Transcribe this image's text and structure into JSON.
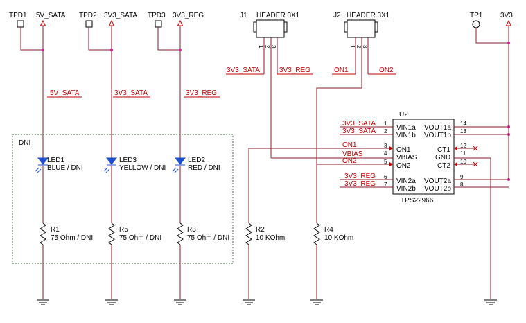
{
  "colors": {
    "wire": "#8b1a2e",
    "net_label": "#c00000",
    "junction": "#d6209a",
    "dni_box": "#3a6a3a",
    "led": "#1a4fd0",
    "body": "#000000"
  },
  "connectors": {
    "tpd1": "TPD1",
    "tpd2": "TPD2",
    "tpd3": "TPD3",
    "tp1": "TP1",
    "pwr_5v_sata": "5V_SATA",
    "pwr_3v3_sata": "3V3_SATA",
    "pwr_3v3_reg": "3V3_REG",
    "pwr_3v3": "3V3"
  },
  "headers": {
    "j1": {
      "ref": "J1",
      "name": "HEADER 3X1",
      "pins": [
        "1",
        "2",
        "3"
      ],
      "net_a": "3V3_SATA",
      "net_b": "3V3_REG"
    },
    "j2": {
      "ref": "J2",
      "name": "HEADER 3X1",
      "pins": [
        "1",
        "2",
        "3"
      ],
      "net_a": "ON1",
      "net_b": "ON2"
    }
  },
  "nets": {
    "n5v_sata": "5V_SATA",
    "n3v3_sata": "3V3_SATA",
    "n3v3_reg": "3V3_REG"
  },
  "dni_label": "DNI",
  "leds": [
    {
      "ref": "LED1",
      "value": "BLUE / DNI"
    },
    {
      "ref": "LED3",
      "value": "YELLOW / DNI"
    },
    {
      "ref": "LED2",
      "value": "RED / DNI"
    }
  ],
  "resistors": [
    {
      "ref": "R1",
      "value": "75 Ohm / DNI"
    },
    {
      "ref": "R5",
      "value": "75 Ohm / DNI"
    },
    {
      "ref": "R3",
      "value": "75 Ohm / DNI"
    },
    {
      "ref": "R2",
      "value": "10 KOhm"
    },
    {
      "ref": "R4",
      "value": "10 KOhm"
    }
  ],
  "ic": {
    "ref": "U2",
    "part": "TPS22966",
    "left_pins": [
      {
        "num": "1",
        "name": "VIN1a",
        "net": "3V3_SATA"
      },
      {
        "num": "2",
        "name": "VIN1b",
        "net": "3V3_SATA"
      },
      {
        "num": "3",
        "name": "ON1",
        "net": "ON1"
      },
      {
        "num": "4",
        "name": "VBIAS",
        "net": "VBIAS"
      },
      {
        "num": "5",
        "name": "ON2",
        "net": "ON2"
      },
      {
        "num": "6",
        "name": "VIN2a",
        "net": "3V3_REG"
      },
      {
        "num": "7",
        "name": "VIN2b",
        "net": "3V3_REG"
      }
    ],
    "right_pins": [
      {
        "num": "14",
        "name": "VOUT1a"
      },
      {
        "num": "13",
        "name": "VOUT1b"
      },
      {
        "num": "12",
        "name": "CT1"
      },
      {
        "num": "11",
        "name": "GND"
      },
      {
        "num": "10",
        "name": "CT2"
      },
      {
        "num": "9",
        "name": "VOUT2a"
      },
      {
        "num": "8",
        "name": "VOUT2b"
      }
    ]
  }
}
